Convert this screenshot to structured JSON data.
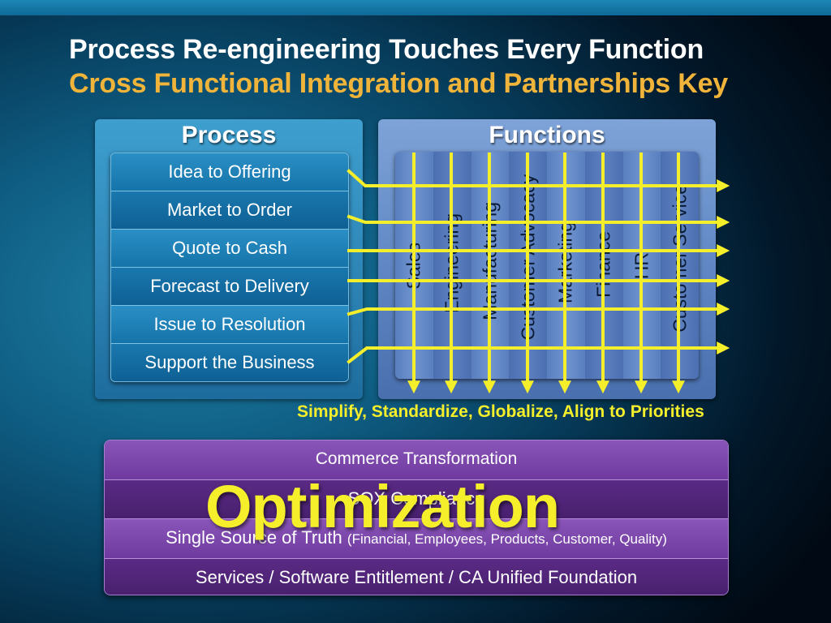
{
  "title": "Process Re-engineering Touches Every Function",
  "subtitle": "Cross Functional Integration and Partnerships Key",
  "process": {
    "header": "Process",
    "items": [
      "Idea to Offering",
      "Market to Order",
      "Quote to Cash",
      "Forecast to Delivery",
      "Issue to Resolution",
      "Support the Business"
    ]
  },
  "functions": {
    "header": "Functions",
    "items": [
      "Sales",
      "Engineering",
      "Manufacturing",
      "Customer Advocacy",
      "Marketing",
      "Finance",
      "HR",
      "Customer Service"
    ]
  },
  "simplify_text": "Simplify, Standardize, Globalize, Align to Priorities",
  "optimization": {
    "overlay": "Optimization",
    "rows": [
      {
        "text": "Commerce Transformation",
        "detail": ""
      },
      {
        "text": "SOX Compliance",
        "detail": ""
      },
      {
        "text": "Single Source of Truth",
        "detail": "(Financial, Employees, Products, Customer, Quality)"
      },
      {
        "text": "Services / Software Entitlement / CA Unified Foundation",
        "detail": ""
      }
    ]
  },
  "colors": {
    "title": "#ffffff",
    "subtitle": "#f0b43a",
    "arrow": "#f5ee2a",
    "process_panel": "#2c83b4",
    "functions_panel": "#5f86c3",
    "optimization_panel": "#7a45a8"
  }
}
